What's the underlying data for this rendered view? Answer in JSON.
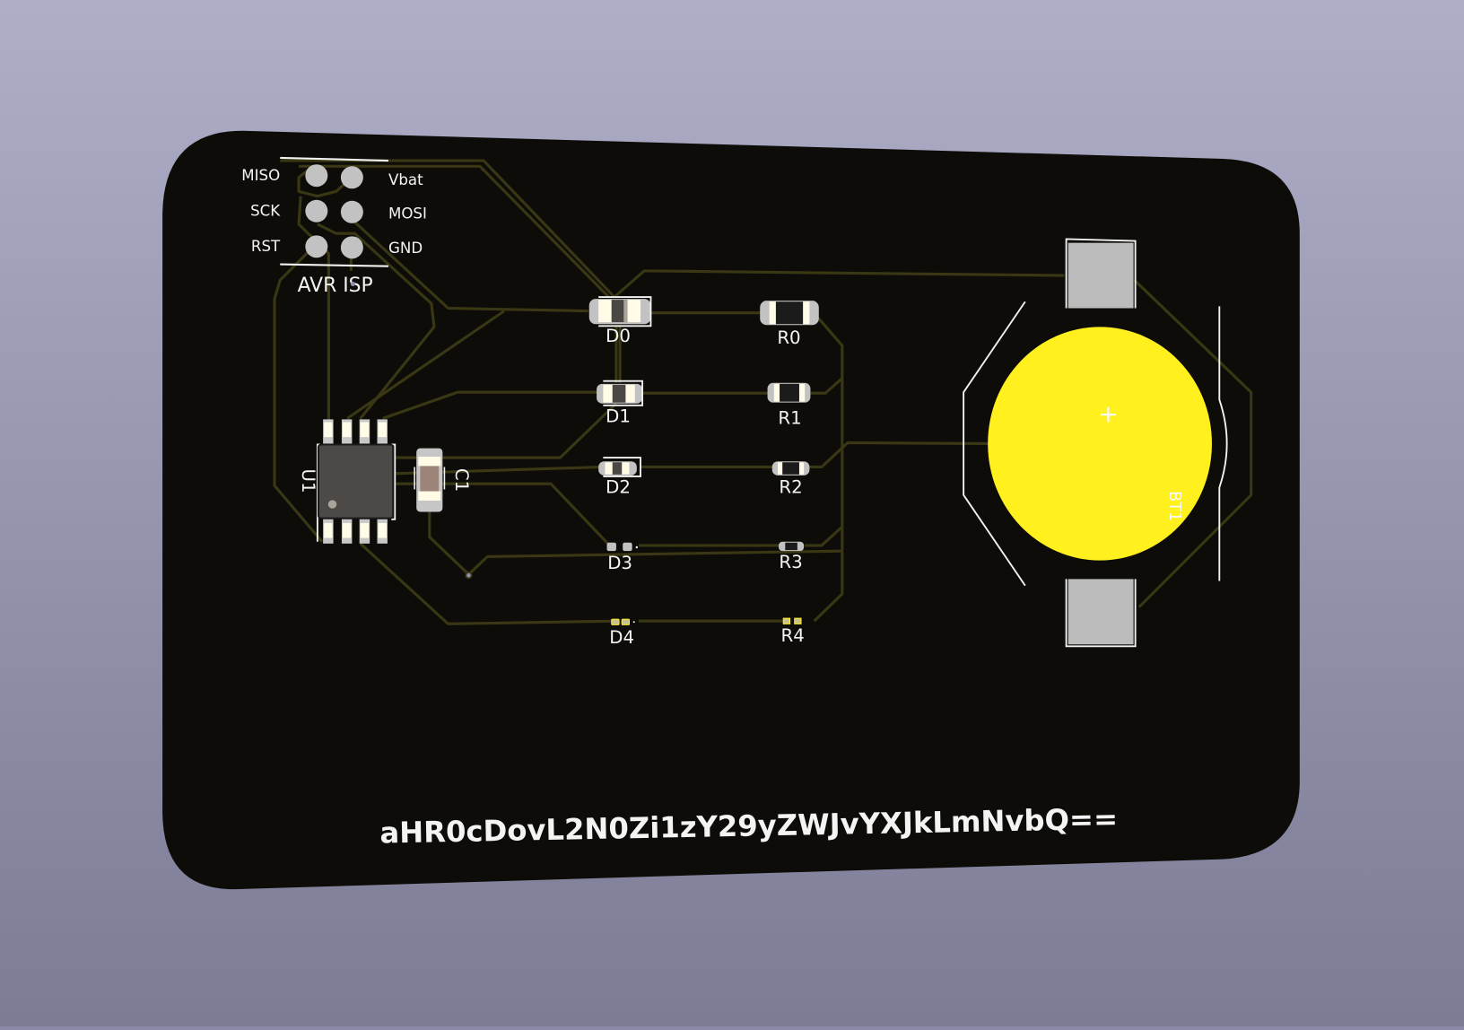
{
  "viewer": {
    "type": "3D PCB viewer",
    "background_top": "#aeaec8",
    "background_bottom": "#7c7c96"
  },
  "board": {
    "soldermask_color": "#0e0c08",
    "trace_color": "#3a3714",
    "silkscreen_color": "#f4f4f4",
    "pad_color": "#c2c2c2",
    "battery_color": "#fff01e",
    "bottom_text": "aHR0cDovL2N0Zi1zY29yZWJvYXJkLmNvbQ=="
  },
  "isp_header": {
    "title": "AVR ISP",
    "left_labels": [
      "MISO",
      "SCK",
      "RST"
    ],
    "right_labels": [
      "Vbat",
      "MOSI",
      "GND"
    ]
  },
  "components": {
    "u1": {
      "ref": "U1"
    },
    "c1": {
      "ref": "C1"
    },
    "bt1": {
      "ref": "BT1",
      "center_mark": "+"
    },
    "leds": [
      {
        "ref": "D0"
      },
      {
        "ref": "D1"
      },
      {
        "ref": "D2"
      },
      {
        "ref": "D3"
      },
      {
        "ref": "D4"
      }
    ],
    "resistors": [
      {
        "ref": "R0"
      },
      {
        "ref": "R1"
      },
      {
        "ref": "R2"
      },
      {
        "ref": "R3"
      },
      {
        "ref": "R4"
      }
    ]
  }
}
